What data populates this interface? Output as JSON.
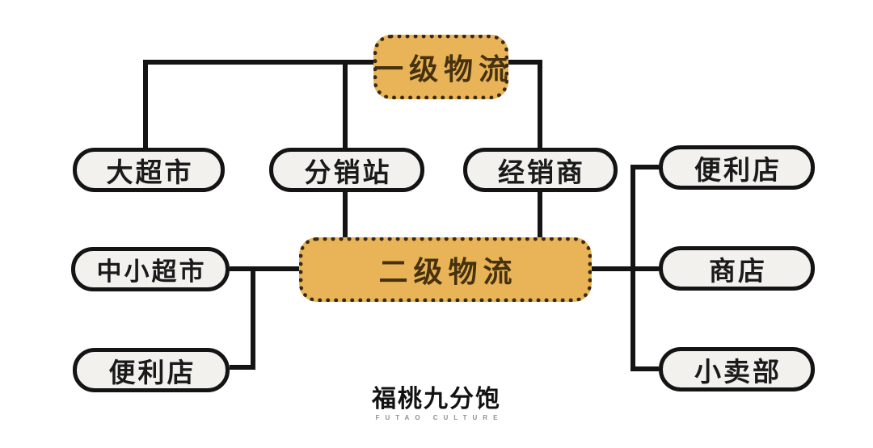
{
  "diagram": {
    "title_implicit": "",
    "colors": {
      "hub_fill": "#e9b457",
      "hub_border": "#3b2a12",
      "hub_text": "#46320f",
      "node_fill": "#f2f1ee",
      "node_border": "#141414",
      "node_text": "#1a1a1a",
      "connector": "#141414",
      "background": "#ffffff"
    },
    "nodes": {
      "level1": {
        "label": "一级物流"
      },
      "level2": {
        "label": "二级物流"
      },
      "big_supermarket": {
        "label": "大超市"
      },
      "distribution_station": {
        "label": "分销站"
      },
      "dealer": {
        "label": "经销商"
      },
      "mid_small_supermarket": {
        "label": "中小超市"
      },
      "convenience_left": {
        "label": "便利店"
      },
      "convenience_right": {
        "label": "便利店"
      },
      "shop": {
        "label": "商店"
      },
      "kiosk": {
        "label": "小卖部"
      }
    },
    "edges": [
      "一级物流-大超市",
      "一级物流-分销站",
      "一级物流-经销商",
      "分销站-二级物流",
      "经销商-二级物流",
      "二级物流-中小超市",
      "二级物流-便利店(左)",
      "二级物流-便利店(右)",
      "二级物流-商店",
      "二级物流-小卖部"
    ]
  },
  "footer": {
    "logo_text": "福桃九分饱",
    "logo_subtext": "FUTAO CULTURE"
  }
}
